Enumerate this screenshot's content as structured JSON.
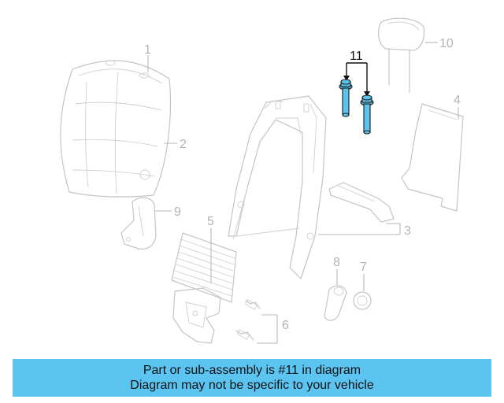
{
  "diagram": {
    "callouts": {
      "c1": "1",
      "c2": "2",
      "c3": "3",
      "c4": "4",
      "c5": "5",
      "c6": "6",
      "c7": "7",
      "c8": "8",
      "c9": "9",
      "c10": "10",
      "c11": "11"
    },
    "highlighted_part": "11",
    "highlight_color": "#5bc4ec"
  },
  "banner": {
    "line1": "Part or sub-assembly is #11 in diagram",
    "line2": "Diagram may not be specific to your vehicle",
    "background": "#5bc4f0"
  }
}
